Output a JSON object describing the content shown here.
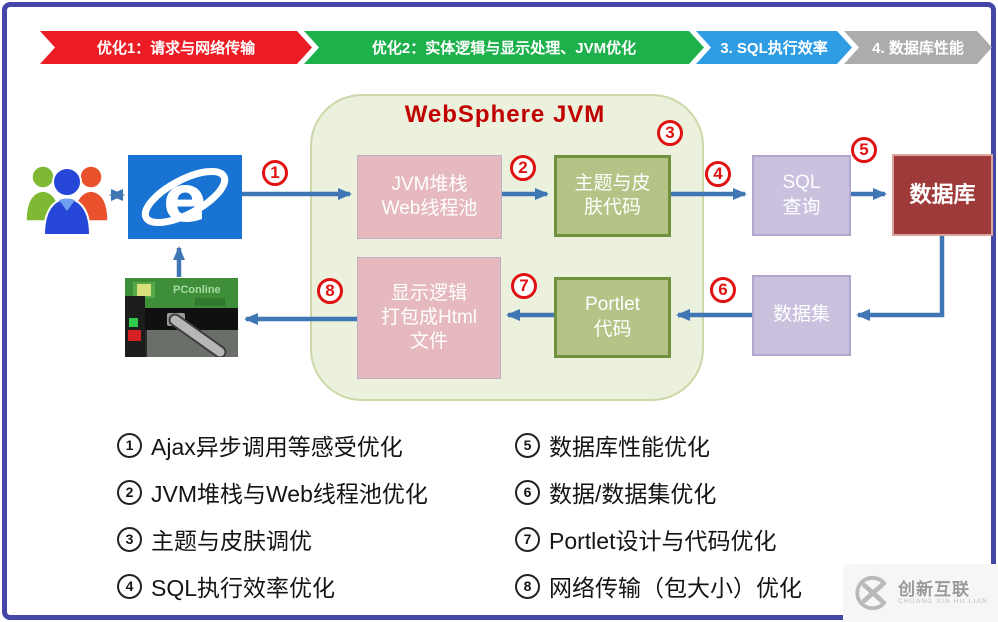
{
  "banner": {
    "segments": [
      {
        "label": "优化1：请求与网络传输",
        "color": "#ec1c24"
      },
      {
        "label": "优化2：实体逻辑与显示处理、JVM优化",
        "color": "#1db14c"
      },
      {
        "label": "3. SQL执行效率",
        "color": "#2f9de4"
      },
      {
        "label": "4. 数据库性能",
        "color": "#acacac"
      }
    ]
  },
  "diagram": {
    "container_title": "WebSphere  JVM",
    "nodes": {
      "jvm_heap": "JVM堆栈\nWeb线程池",
      "theme_skin": "主题与皮\n肤代码",
      "sql_query": "SQL\n查询",
      "database": "数据库",
      "dataset": "数据集",
      "portlet": "Portlet\n代码",
      "display_logic": "显示逻辑\n打包成Html\n文件"
    },
    "badges": [
      "1",
      "2",
      "3",
      "4",
      "5",
      "6",
      "7",
      "8"
    ],
    "photo_watermark": "PConline",
    "arrow_color": "#4076b4"
  },
  "legend": {
    "items": [
      {
        "num": "1",
        "text": "Ajax异步调用等感受优化"
      },
      {
        "num": "2",
        "text": "JVM堆栈与Web线程池优化"
      },
      {
        "num": "3",
        "text": "主题与皮肤调优"
      },
      {
        "num": "4",
        "text": "SQL执行效率优化"
      },
      {
        "num": "5",
        "text": "数据库性能优化"
      },
      {
        "num": "6",
        "text": "数据/数据集优化"
      },
      {
        "num": "7",
        "text": "Portlet设计与代码优化"
      },
      {
        "num": "8",
        "text": "网络传输（包大小）优化"
      }
    ]
  },
  "watermark": {
    "title": "创新互联",
    "subtitle": "CHUANG XIN HU LIAN"
  }
}
